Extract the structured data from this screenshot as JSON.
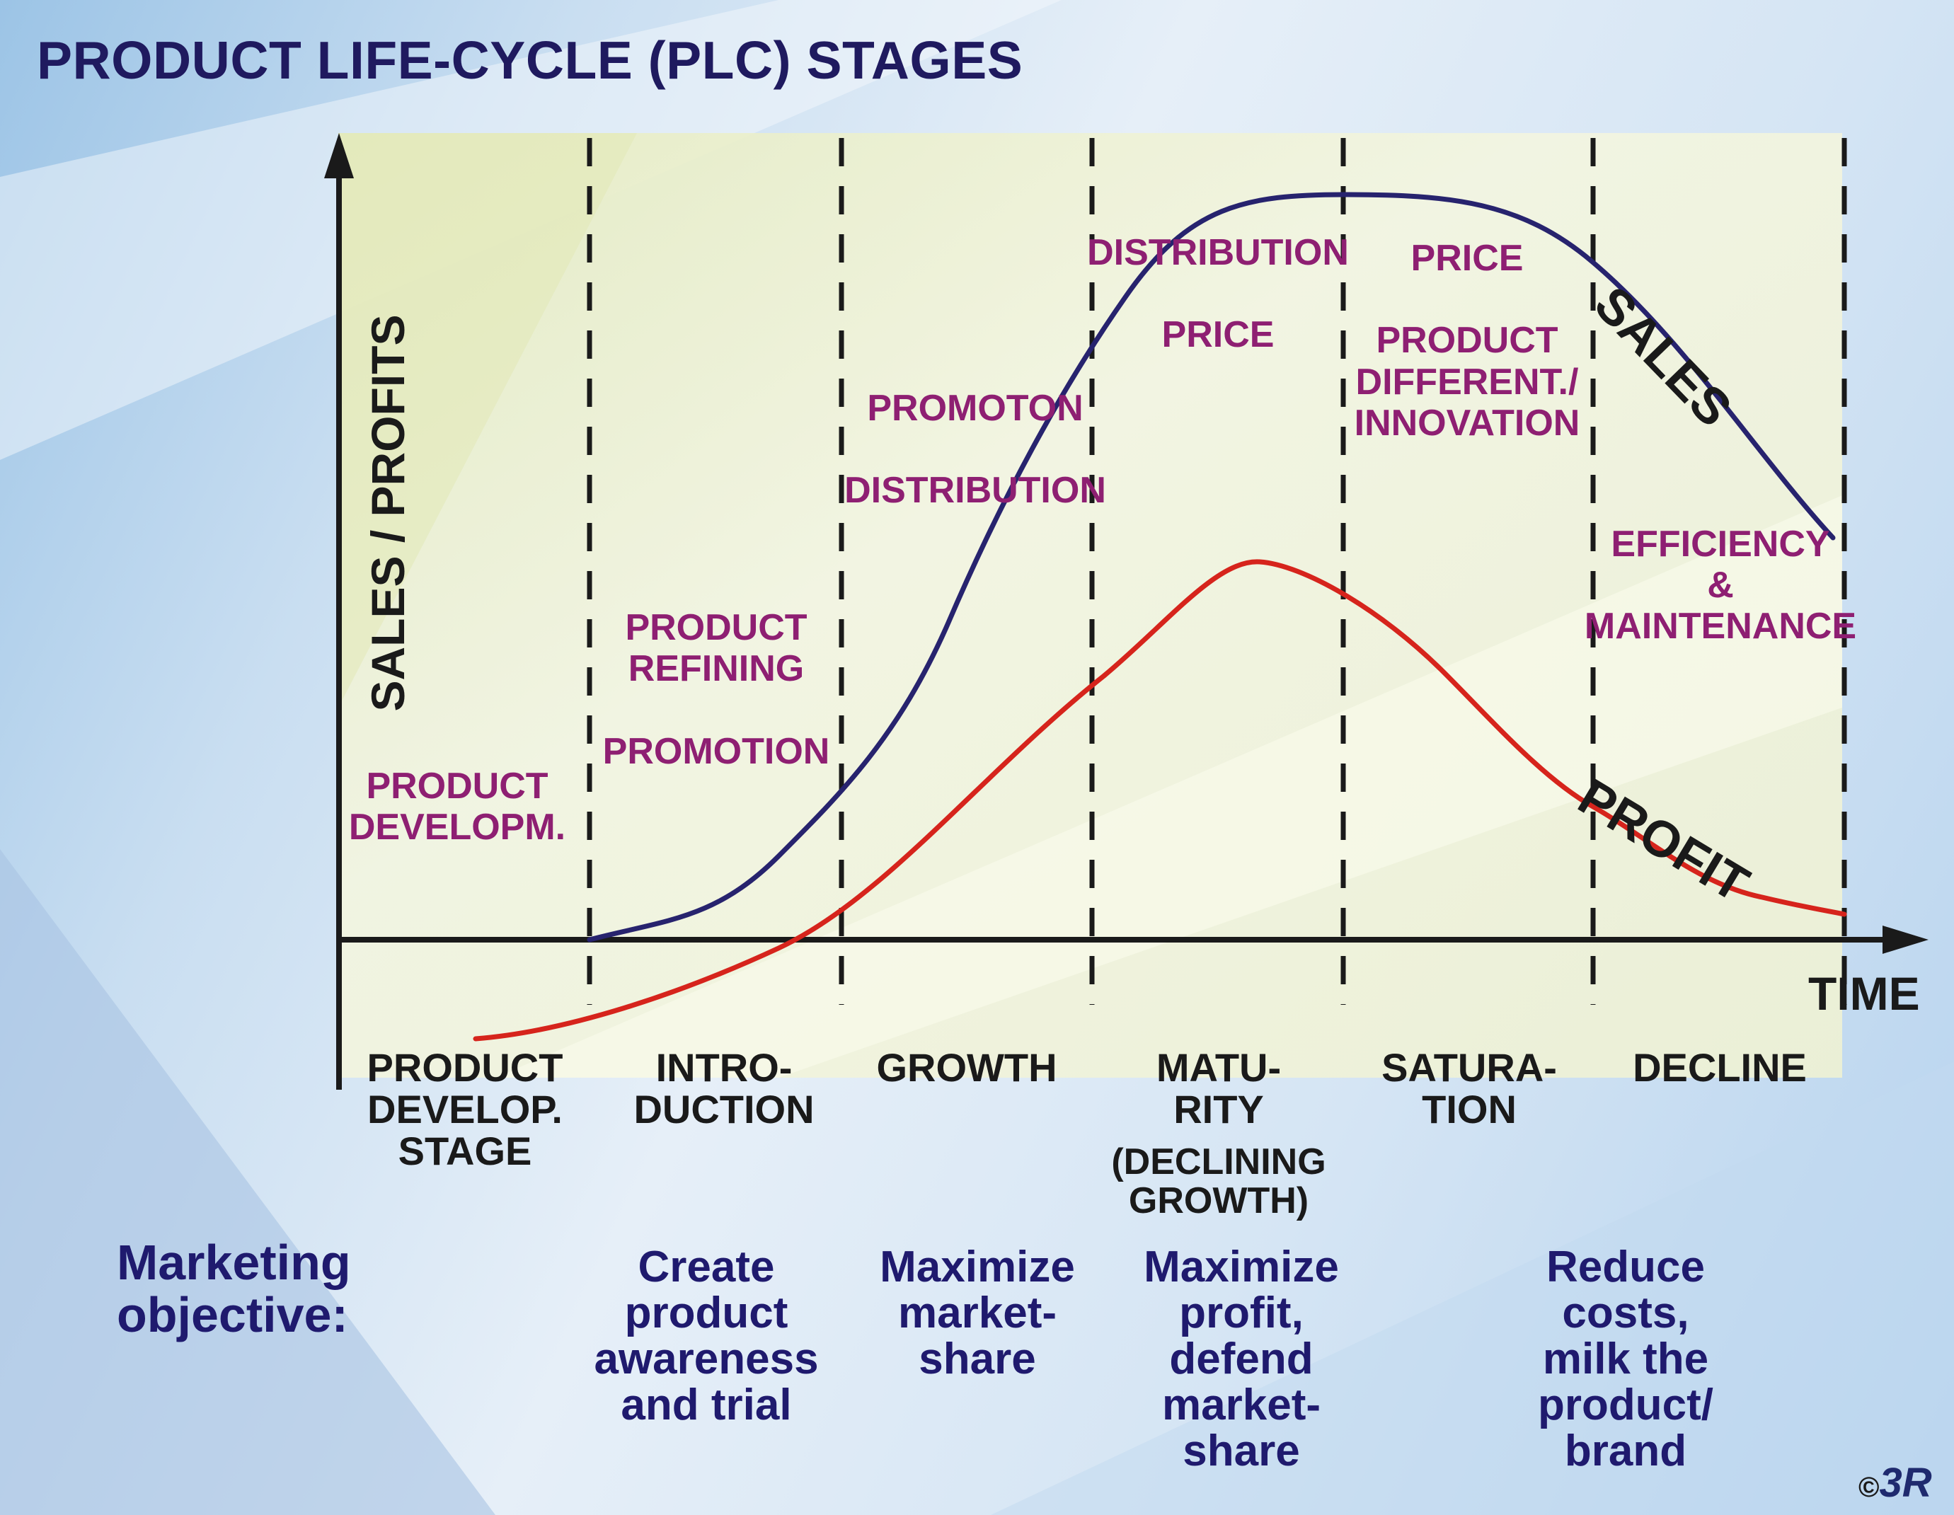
{
  "title": "PRODUCT LIFE-CYCLE (PLC) STAGES",
  "axes": {
    "y_label": "SALES / PROFITS",
    "x_label": "TIME"
  },
  "curves": {
    "sales_label": "SALES",
    "profit_label": "PROFIT"
  },
  "stages": [
    {
      "name": "product-development",
      "label": "PRODUCT\nDEVELOP.\nSTAGE",
      "mix": "PRODUCT\nDEVELOPM.",
      "objective": ""
    },
    {
      "name": "introduction",
      "label": "INTRO-\nDUCTION",
      "mix": "PRODUCT\nREFINING\n\nPROMOTION",
      "objective": "Create\nproduct\nawareness\nand trial"
    },
    {
      "name": "growth",
      "label": "GROWTH",
      "mix": "PROMOTON\n\nDISTRIBUTION",
      "objective": "Maximize\nmarket-\nshare"
    },
    {
      "name": "maturity",
      "label": "MATU-\nRITY",
      "sublabel": "(DECLINING\nGROWTH)",
      "mix": "DISTRIBUTION\n\nPRICE",
      "objective": "Maximize\nprofit,\ndefend\nmarket-\nshare"
    },
    {
      "name": "saturation",
      "label": "SATURA-\nTION",
      "mix": "PRICE\n\nPRODUCT\nDIFFERENT./\nINNOVATION",
      "objective": ""
    },
    {
      "name": "decline",
      "label": "DECLINE",
      "mix": "EFFICIENCY\n&\nMAINTENANCE",
      "objective": "Reduce\ncosts,\nmilk the\nproduct/\nbrand"
    }
  ],
  "objective_label": "Marketing\nobjective:",
  "copyright": {
    "symbol": "©",
    "logo": "3R"
  },
  "colors": {
    "title": "#1f1a5f",
    "mix_text": "#8e1f72",
    "objective_text": "#1f1a6e",
    "sales_curve": "#27236e",
    "profit_curve": "#d6241c",
    "axis": "#1a1a1a"
  }
}
